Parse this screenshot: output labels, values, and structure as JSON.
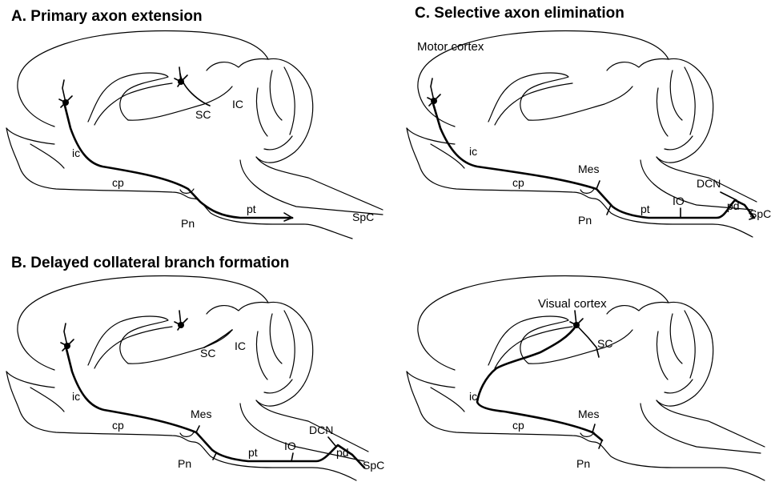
{
  "panels": {
    "a": {
      "title": "A. Primary axon extension",
      "labels": {
        "ic": "ic",
        "cp": "cp",
        "pn": "Pn",
        "pt": "pt",
        "spc": "SpC",
        "sc": "SC",
        "icol": "IC"
      }
    },
    "b": {
      "title": "B. Delayed collateral branch formation",
      "labels": {
        "ic": "ic",
        "cp": "cp",
        "pn": "Pn",
        "pt": "pt",
        "spc": "SpC",
        "sc": "SC",
        "icol": "IC",
        "mes": "Mes",
        "io": "IO",
        "dcn": "DCN",
        "pd": "pd"
      }
    },
    "c": {
      "title": "C. Selective axon elimination",
      "motor": {
        "subtitle": "Motor cortex",
        "labels": {
          "ic": "ic",
          "cp": "cp",
          "pn": "Pn",
          "pt": "pt",
          "spc": "SpC",
          "mes": "Mes",
          "io": "IO",
          "dcn": "DCN",
          "pd": "pd"
        }
      },
      "visual": {
        "subtitle": "Visual cortex",
        "labels": {
          "ic": "ic",
          "cp": "cp",
          "pn": "Pn",
          "sc": "SC",
          "mes": "Mes"
        }
      }
    }
  }
}
